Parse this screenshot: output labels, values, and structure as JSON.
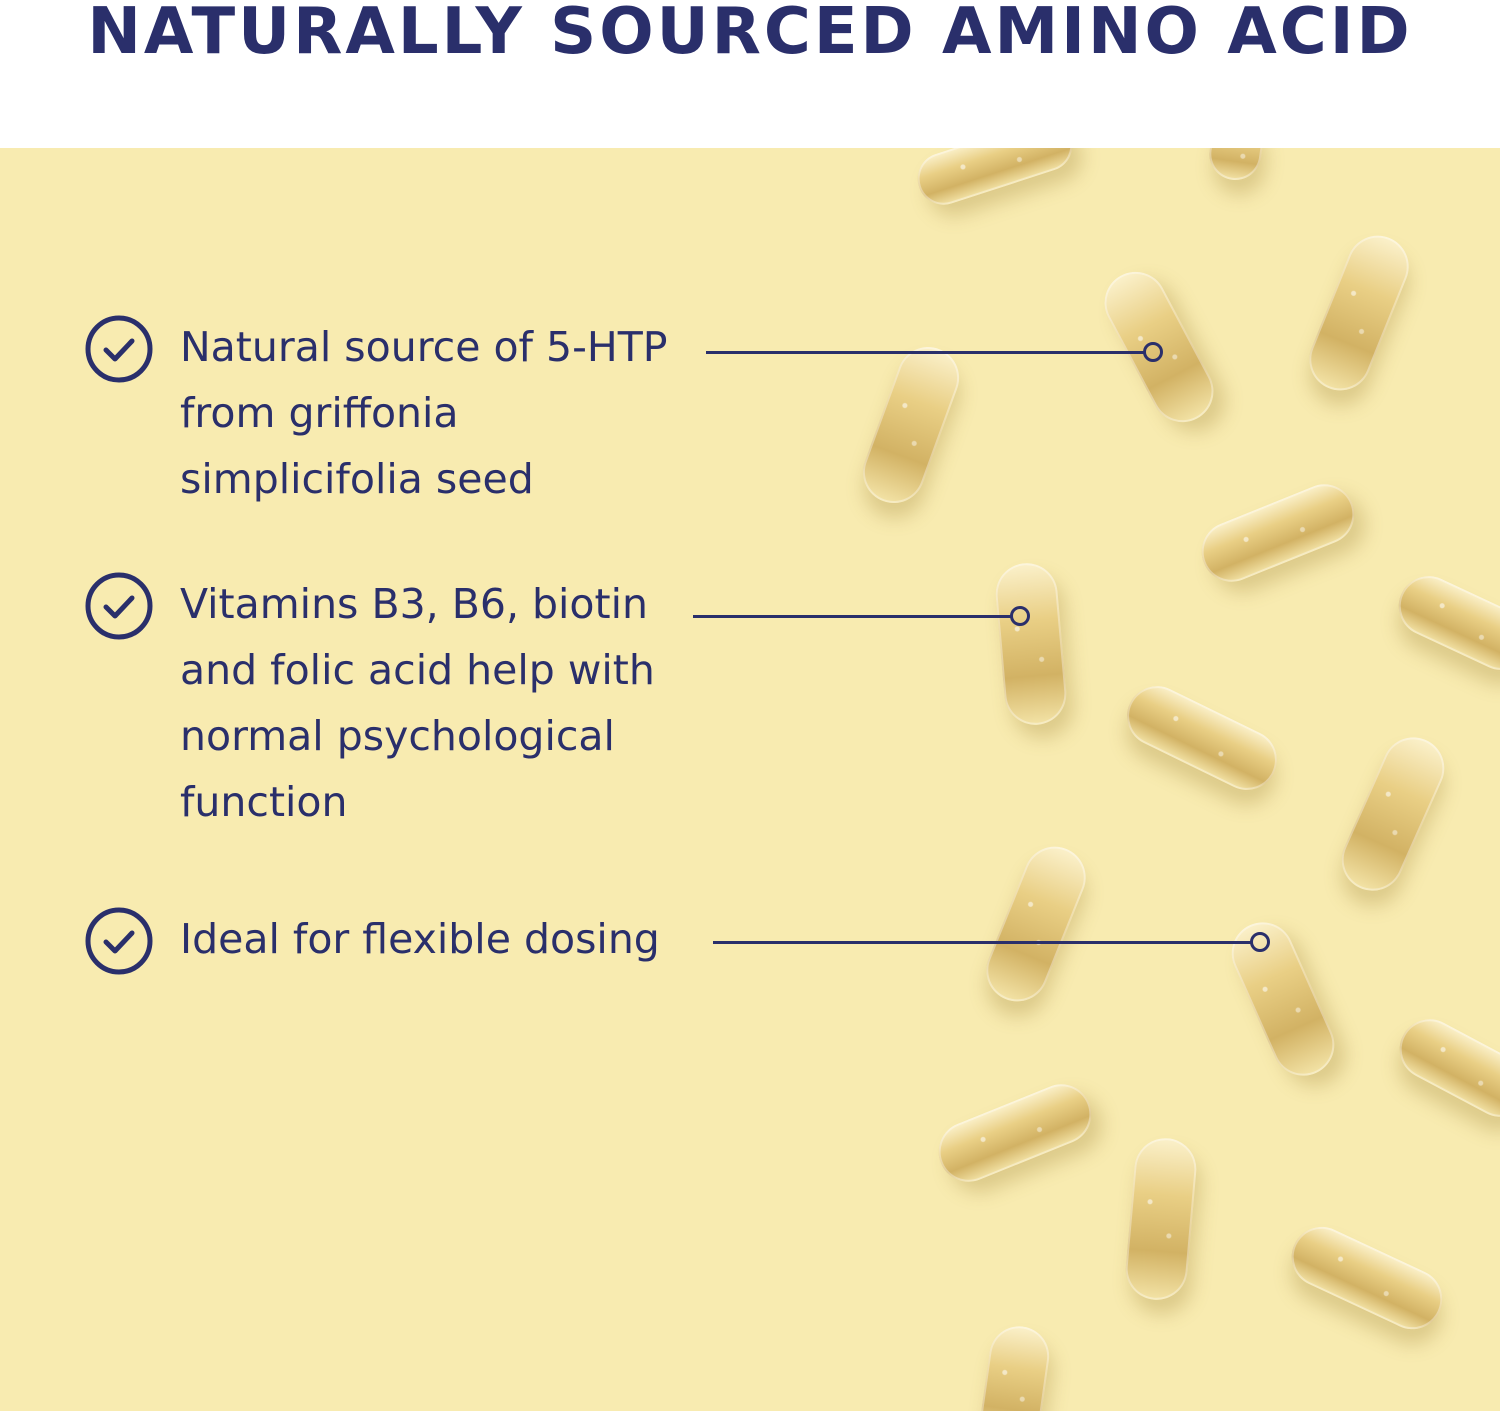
{
  "headline": "NATURALLY SOURCED AMINO ACID",
  "features": [
    {
      "icon": "check-circle-icon",
      "lines": [
        "Natural source of 5-HTP",
        "from griffonia",
        "simplicifolia seed"
      ]
    },
    {
      "icon": "check-circle-icon",
      "lines": [
        "Vitamins B3, B6, biotin",
        "and folic acid help with",
        "normal psychological",
        "function"
      ]
    },
    {
      "icon": "check-circle-icon",
      "lines": [
        "Ideal for flexible dosing"
      ]
    }
  ],
  "colors": {
    "navy": "#2a2f6b",
    "panel_background": "#f8ebb0",
    "capsule": "#e3c77a"
  }
}
